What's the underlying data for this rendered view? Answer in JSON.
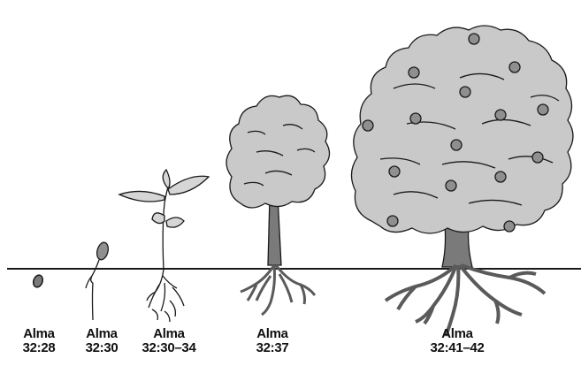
{
  "stages": [
    {
      "book": "Alma",
      "reference": "32:28"
    },
    {
      "book": "Alma",
      "reference": "32:30"
    },
    {
      "book": "Alma",
      "reference": "32:30–34"
    },
    {
      "book": "Alma",
      "reference": "32:37"
    },
    {
      "book": "Alma",
      "reference": "32:41–42"
    }
  ],
  "colors": {
    "ink": "#2b2b2b",
    "foliage": "#c9c9c9",
    "trunk": "#7a7a7a",
    "fruit": "#8f8f8f",
    "leaf": "#d6d6d6",
    "ground": "#1a1a1a"
  }
}
